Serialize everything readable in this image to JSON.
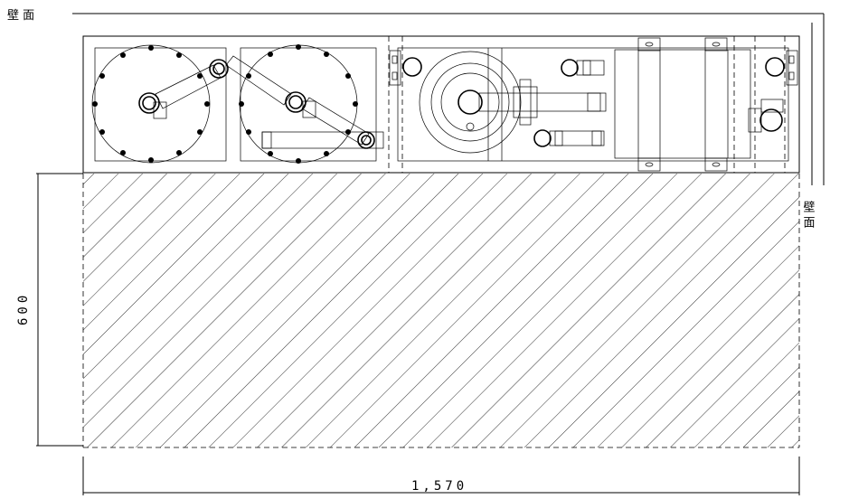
{
  "wall_label_top": "壁 面",
  "wall_label_right": "壁 面",
  "dimension_depth": "600",
  "dimension_width": "1,570"
}
